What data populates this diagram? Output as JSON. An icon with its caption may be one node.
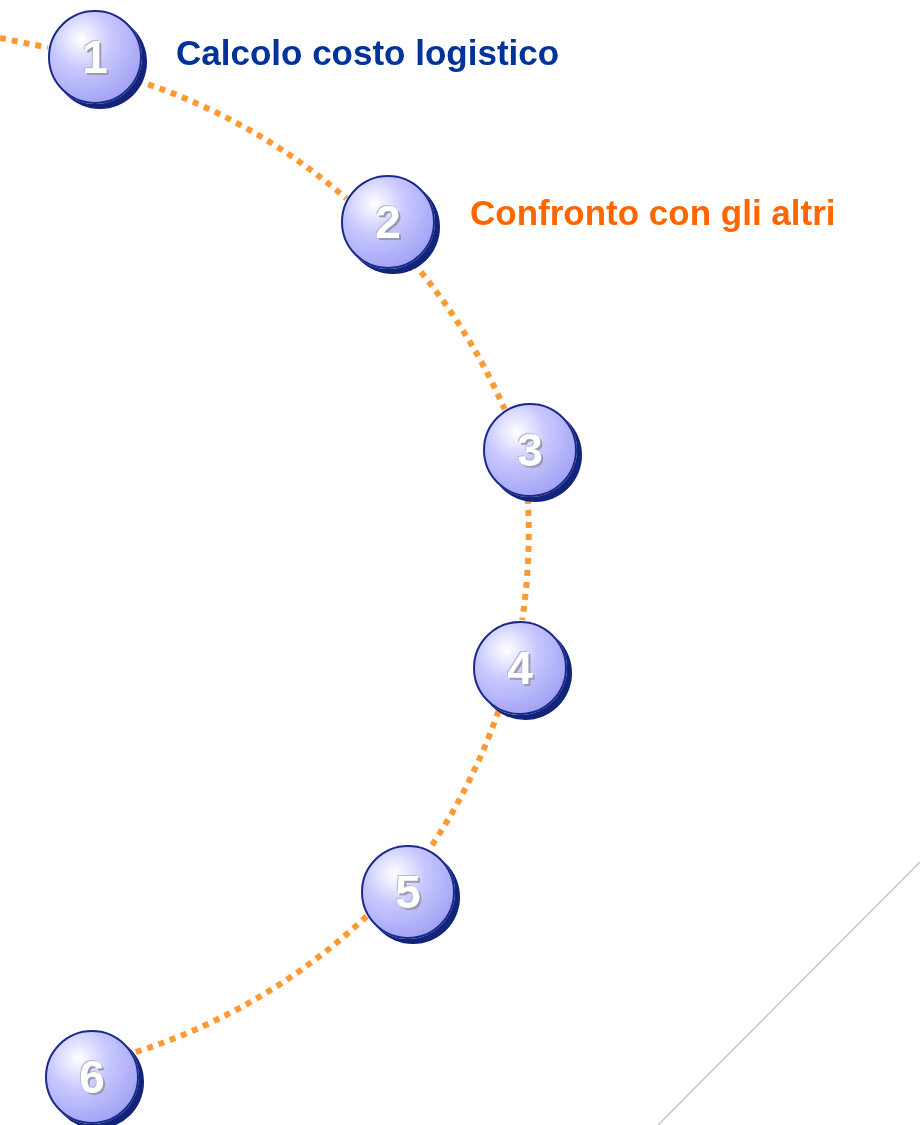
{
  "diagram": {
    "nodes": [
      {
        "text": [
          "1"
        ],
        "beside": [
          "Calcolo costo logistico"
        ]
      },
      {
        "text": [
          "2"
        ],
        "beside": [
          "Confronto con gli altri"
        ]
      },
      {
        "text": [
          "3"
        ]
      },
      {
        "text": [
          "4"
        ]
      },
      {
        "text": [
          "5"
        ]
      },
      {
        "text": [
          "6"
        ]
      }
    ],
    "edges": [
      {
        "from": null,
        "to": 0,
        "arrow": "none"
      },
      {
        "from": 0,
        "to": 1,
        "arrow": "none"
      },
      {
        "from": 1,
        "to": 2,
        "arrow": "none"
      },
      {
        "from": 2,
        "to": 3,
        "arrow": "none"
      },
      {
        "from": 3,
        "to": 4,
        "arrow": "none"
      },
      {
        "from": 4,
        "to": 5,
        "arrow": "none"
      }
    ]
  }
}
